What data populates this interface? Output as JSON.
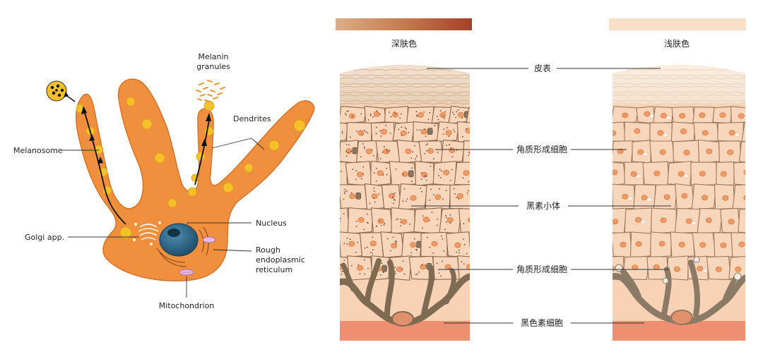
{
  "melanocyte": {
    "melanin_granules_line1": "Melanin",
    "melanin_granules_line2": "granules",
    "dendrites": "Dendrites",
    "melanosome": "Melanosome",
    "golgi": "Golgi app.",
    "nucleus": "Nucleus",
    "rer_line1": "Rough",
    "rer_line2": "endoplasmic",
    "rer_line3": "reticulum",
    "mitochondrion": "Mitochondrion"
  },
  "skin": {
    "dark_title": "深肤色",
    "light_title": "浅肤色",
    "labels": {
      "epidermis": "皮表",
      "keratinocyte_top": "角质形成细胞",
      "melanosome": "黑素小体",
      "keratinocyte_bottom": "角质形成细胞",
      "melanocyte": "黑色素细胞"
    }
  },
  "colors": {
    "cell_orange": "#f0903f",
    "cell_stroke": "#d4722a",
    "granule_yellow": "#f5c02a",
    "nucleus_blue": "#2f6f92",
    "skin_tissue": "#f7d2b4",
    "cell_wall": "#8b6a52",
    "dark_bar_start": "#d9a37a",
    "dark_bar_end": "#a8442a",
    "light_bar": "#fae0c6",
    "dermis": "#ef8f72"
  }
}
